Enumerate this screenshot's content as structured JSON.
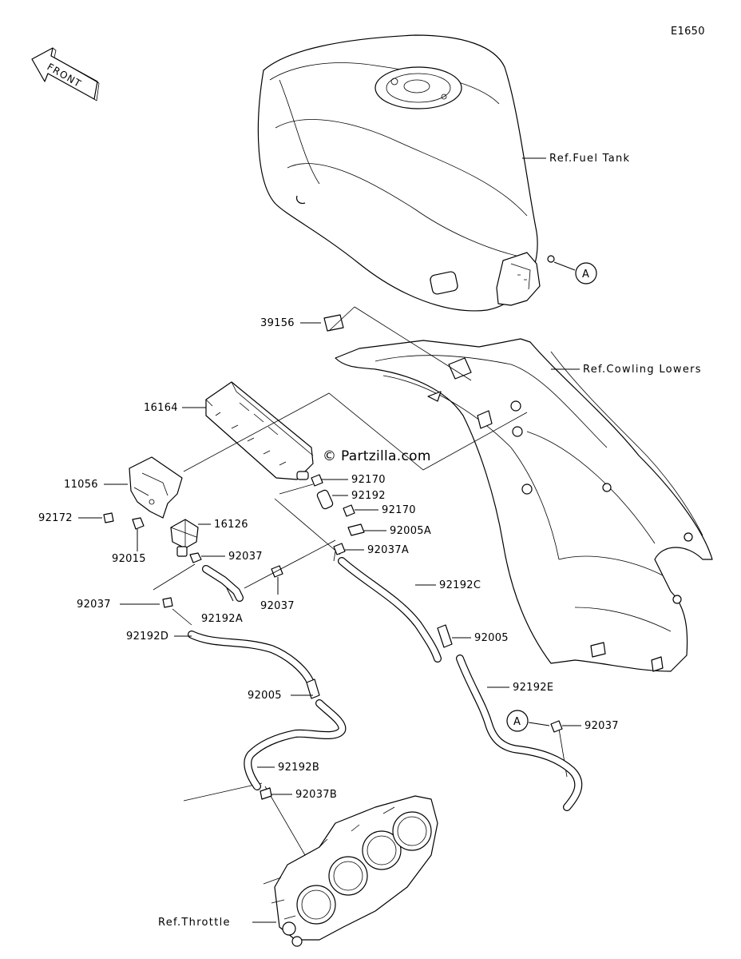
{
  "diagram_code": "E1650",
  "front_label": "FRONT",
  "watermark": "© Partzilla.com",
  "references": {
    "fuel_tank": "Ref.Fuel Tank",
    "cowling_lowers": "Ref.Cowling Lowers",
    "throttle": "Ref.Throttle"
  },
  "connector_label": "A",
  "parts": {
    "p39156": "39156",
    "p16164": "16164",
    "p11056": "11056",
    "p92172": "92172",
    "p16126": "16126",
    "p92015": "92015",
    "p92037_a": "92037",
    "p92037_b": "92037",
    "p92037_c": "92037",
    "p92037_d": "92037",
    "p92192A": "92192A",
    "p92192D": "92192D",
    "p92005_a": "92005",
    "p92192B": "92192B",
    "p92037B": "92037B",
    "p92170_a": "92170",
    "p92192": "92192",
    "p92170_b": "92170",
    "p92005A": "92005A",
    "p92037A": "92037A",
    "p92192C": "92192C",
    "p92005_b": "92005",
    "p92192E": "92192E"
  }
}
